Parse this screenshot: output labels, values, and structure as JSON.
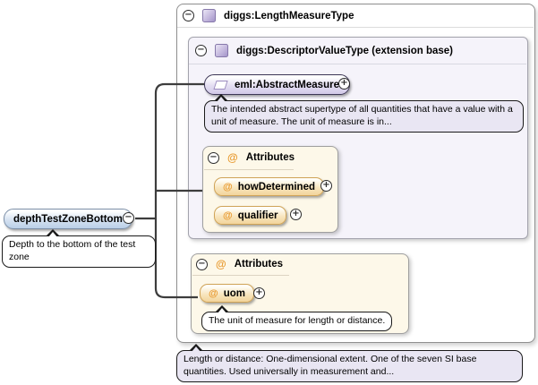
{
  "icons": {
    "collapse_glyph": "−",
    "expand_glyph": "+",
    "attribute_glyph": "@"
  },
  "colors": {
    "complex_type_purple": "#a394c9",
    "attribute_orange": "#e8992e",
    "root_element_blue": "#b9cfe8",
    "attributes_box_cream": "#fdf8e9",
    "extension_box_lavender": "#f5f3fa",
    "annotation_lavender": "#e9e6f3",
    "connector_line": "#3d3d3d"
  },
  "root": {
    "label": "depthTestZoneBottom",
    "annotation": "Depth to the bottom of the test zone"
  },
  "type": {
    "title": "diggs:LengthMeasureType",
    "annotation": "Length or distance: One-dimensional extent. One of the seven SI base quantities. Used universally in measurement and...",
    "base": {
      "title": "diggs:DescriptorValueType (extension base)",
      "element": {
        "label": "eml:AbstractMeasure",
        "annotation": "The intended abstract supertype of all quantities that have a value with a unit of measure. The unit of measure is in..."
      },
      "attributes": {
        "title": "Attributes",
        "items": [
          {
            "label": "howDetermined"
          },
          {
            "label": "qualifier"
          }
        ]
      }
    },
    "attributes": {
      "title": "Attributes",
      "items": [
        {
          "label": "uom",
          "annotation": "The unit of measure for length or distance."
        }
      ]
    }
  }
}
